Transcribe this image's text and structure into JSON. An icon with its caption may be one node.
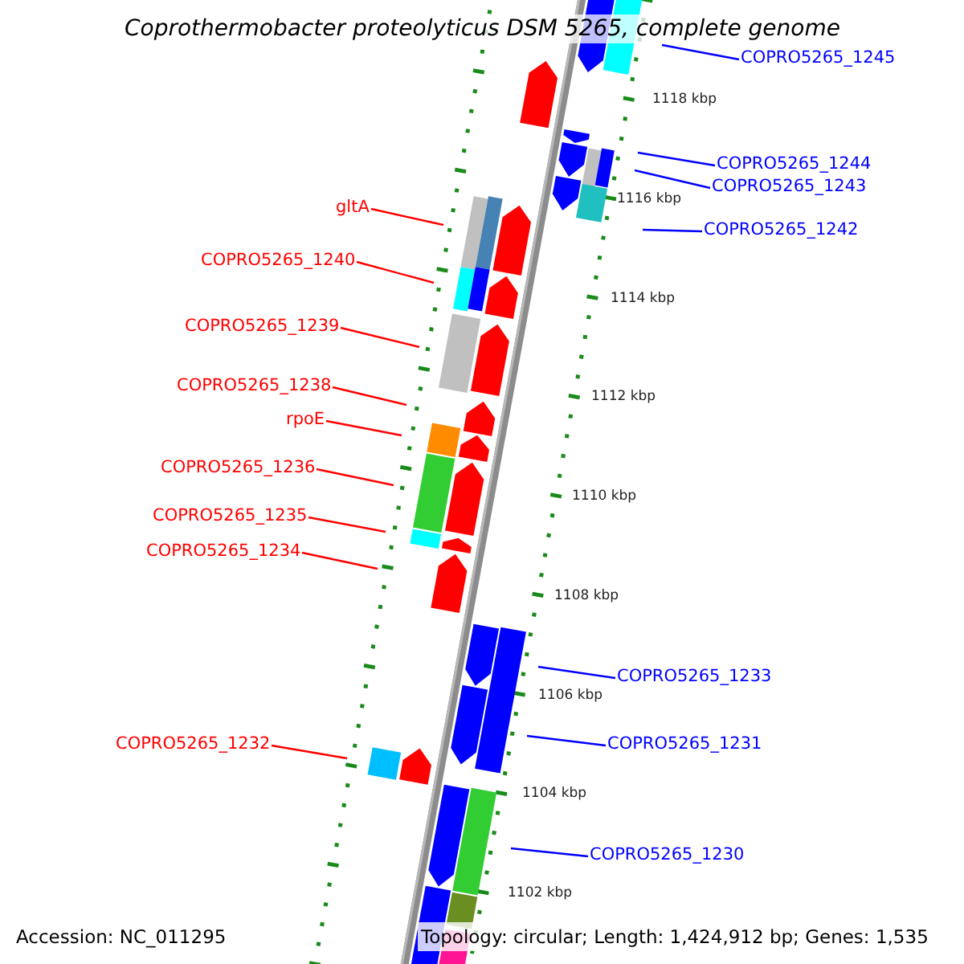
{
  "diagram": {
    "title": "Coprothermobacter proteolyticus DSM 5265, complete genome",
    "nodes": [
      {
        "text": [
          "COPRO5265_1245"
        ]
      },
      {
        "text": [
          "COPRO5265_1244"
        ]
      },
      {
        "text": [
          "COPRO5265_1243"
        ]
      },
      {
        "text": [
          "gltA"
        ]
      },
      {
        "text": [
          "COPRO5265_1242"
        ]
      },
      {
        "text": [
          "COPRO5265_1240"
        ]
      },
      {
        "text": [
          "COPRO5265_1239"
        ]
      },
      {
        "text": [
          "COPRO5265_1238"
        ]
      },
      {
        "text": [
          "rpoE"
        ]
      },
      {
        "text": [
          "COPRO5265_1236"
        ]
      },
      {
        "text": [
          "COPRO5265_1235"
        ]
      },
      {
        "text": [
          "COPRO5265_1234"
        ]
      },
      {
        "text": [
          "COPRO5265_1233"
        ]
      },
      {
        "text": [
          "COPRO5265_1232"
        ]
      },
      {
        "text": [
          "COPRO5265_1231"
        ]
      },
      {
        "text": [
          "COPRO5265_1230"
        ]
      }
    ],
    "edges": [
      {
        "from": 0,
        "to": null,
        "arrow": "none",
        "color": "#0000ff"
      },
      {
        "from": 1,
        "to": null,
        "arrow": "none",
        "color": "#0000ff"
      },
      {
        "from": 2,
        "to": null,
        "arrow": "none",
        "color": "#0000ff"
      },
      {
        "from": 3,
        "to": null,
        "arrow": "none"
      },
      {
        "from": 4,
        "to": null,
        "arrow": "none",
        "color": "#0000ff"
      },
      {
        "from": 5,
        "to": null,
        "arrow": "none"
      },
      {
        "from": 6,
        "to": null,
        "arrow": "none"
      },
      {
        "from": 7,
        "to": null,
        "arrow": "none"
      },
      {
        "from": 8,
        "to": null,
        "arrow": "none"
      },
      {
        "from": 9,
        "to": null,
        "arrow": "none"
      },
      {
        "from": 10,
        "to": null,
        "arrow": "none"
      },
      {
        "from": 11,
        "to": null,
        "arrow": "none"
      },
      {
        "from": 12,
        "to": null,
        "arrow": "none",
        "color": "#0000ff"
      },
      {
        "from": 13,
        "to": null,
        "arrow": "none"
      },
      {
        "from": 14,
        "to": null,
        "arrow": "none",
        "color": "#0000ff"
      },
      {
        "from": 15,
        "to": null,
        "arrow": "none",
        "color": "#0000ff"
      }
    ],
    "labels": [
      "1118 kbp",
      "1116 kbp",
      "1114 kbp",
      "1112 kbp",
      "1110 kbp",
      "1108 kbp",
      "1106 kbp",
      "1104 kbp",
      "1102 kbp",
      "Accession: NC_011295",
      "Topology: circular; Length: 1,424,912 bp; Genes: 1,535"
    ]
  }
}
